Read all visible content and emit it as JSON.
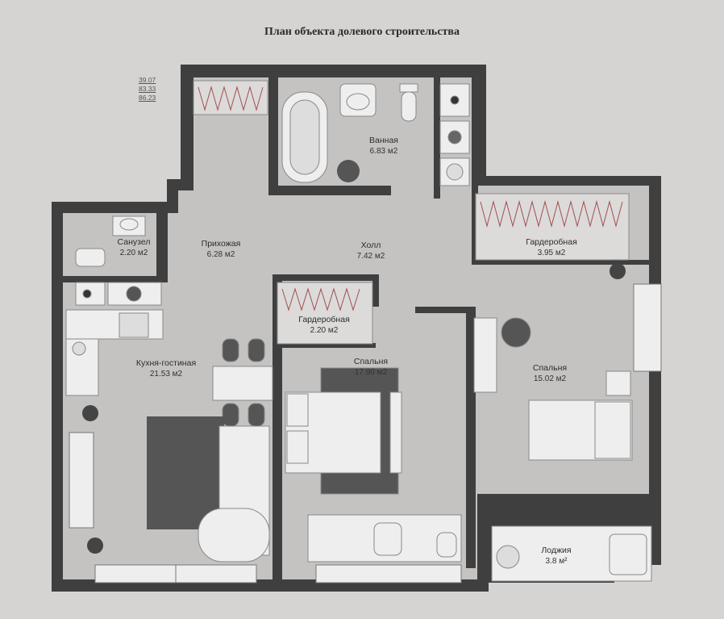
{
  "plan_title": "План объекта долевого строительства",
  "area_summary": [
    "39.07",
    "83.33",
    "86.23"
  ],
  "rooms": [
    {
      "name": "Ванная",
      "area": "6.83 м2"
    },
    {
      "name": "Санузел",
      "area": "2.20 м2"
    },
    {
      "name": "Прихожая",
      "area": "6.28 м2"
    },
    {
      "name": "Холл",
      "area": "7.42 м2"
    },
    {
      "name": "Гардеробная",
      "area": "3.95 м2"
    },
    {
      "name": "Гардеробная",
      "area": "2.20 м2"
    },
    {
      "name": "Кухня-гостиная",
      "area": "21.53 м2"
    },
    {
      "name": "Спальня",
      "area": "17.90 м2"
    },
    {
      "name": "Спальня",
      "area": "15.02 м2"
    },
    {
      "name": "Лоджия",
      "area": "3.8 м²"
    }
  ],
  "colors": {
    "wall": "#3f3f3f",
    "floor": "#c4c3c2",
    "paper": "#d6d4d3",
    "furniture": "#efeeee",
    "rug": "#555555"
  },
  "icons": [
    "bathtub-icon",
    "sink-icon",
    "toilet-icon",
    "washing-machine-icon",
    "stove-icon",
    "plant-icon",
    "chair-icon",
    "bed-icon",
    "fan-icon"
  ]
}
